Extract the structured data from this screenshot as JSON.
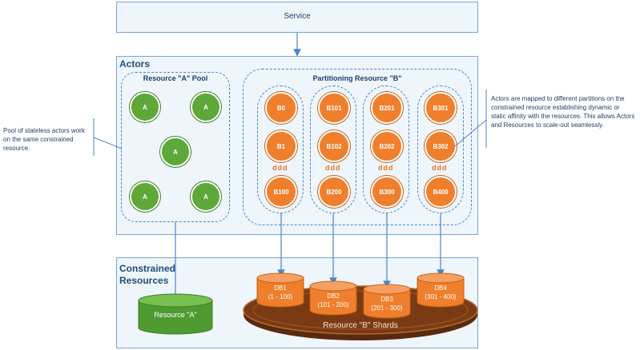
{
  "service": {
    "label": "Service"
  },
  "actors": {
    "title": "Actors",
    "pool_title": "Resource \"A\" Pool",
    "pool_actors": [
      "A",
      "A",
      "A",
      "A",
      "A"
    ],
    "partitioning_title": "Partitioning Resource \"B\"",
    "columns": [
      {
        "top": "B0",
        "mid": "B1",
        "bottom": "B100"
      },
      {
        "top": "B101",
        "mid": "B102",
        "bottom": "B200"
      },
      {
        "top": "B201",
        "mid": "B202",
        "bottom": "B300"
      },
      {
        "top": "B301",
        "mid": "B302",
        "bottom": "B400"
      }
    ],
    "ellipsis": "ddd"
  },
  "notes": {
    "left": "Pool of stateless actors work on the same constrained resource.",
    "right": "Actors are mapped to different partitions on the constrained resource establishing dynamic or static affinity with the resources. This allows Actors and Resources to scale-out seamlessly."
  },
  "constrained": {
    "title_line1": "Constrained",
    "title_line2": "Resources",
    "resource_a": "Resource \"A\"",
    "shards_label": "Resource \"B\" Shards",
    "dbs": [
      {
        "name": "DB1",
        "range": "(1 - 100)"
      },
      {
        "name": "DB2",
        "range": "(101 - 200)"
      },
      {
        "name": "DB3",
        "range": "(201 - 300)"
      },
      {
        "name": "DB4",
        "range": "(301 - 400)"
      }
    ]
  },
  "colors": {
    "panel_border": "#7aa6d2",
    "panel_fill": "#eef5fb",
    "actor_green": "#5ea83a",
    "actor_orange": "#ef7f2c",
    "shard_brown": "#7a3b14",
    "arrow_blue": "#4a86c8"
  }
}
